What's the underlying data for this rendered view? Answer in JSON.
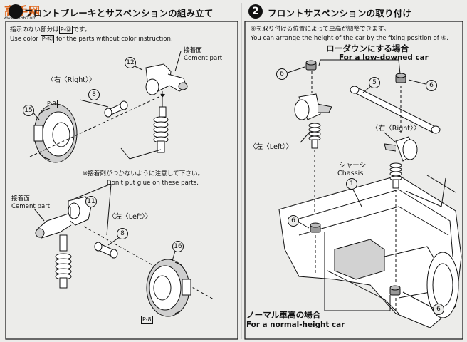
{
  "logo": {
    "text": "高手网",
    "url": "www.0566.com"
  },
  "step1": {
    "title": "フロントブレーキとサスペンションの組み立て"
  },
  "step2": {
    "number": "2",
    "title": "フロントサスペンションの取り付け"
  },
  "instructions": {
    "color_jp": "指示のない部分は",
    "color_jp_ref": "P-⑫",
    "color_jp_end": "です。",
    "color_en": "Use color",
    "color_en_ref": "P-⑫",
    "color_en_end": "for the parts without color instruction.",
    "fix_jp": "⑥を取り付ける位置によって車高が調整できます。",
    "fix_en": "You can arrange the height of the car by the fixing position of ⑥.",
    "glue_jp": "※接着剤がつかないように注意して下さい。",
    "glue_en": "Don't put glue on these parts."
  },
  "labels": {
    "cement_jp_1": "接着面",
    "cement_en_1": "Cement part",
    "cement_jp_2": "接着面",
    "cement_en_2": "Cement part",
    "right_1": "〈右〈Right〉〉",
    "left_1": "〈左〈Left〉〉",
    "right_2": "〈右〈Right〉〉",
    "left_2": "〈左〈Left〉〉",
    "chassis_jp": "シャーシ",
    "chassis_en": "Chassis",
    "low_jp": "ローダウンにする場合",
    "low_en": "For a low-downed car",
    "normal_jp": "ノーマル車高の場合",
    "normal_en": "For a normal-height car"
  },
  "part_numbers": {
    "p12": "12",
    "p8a": "8",
    "p15": "15",
    "p11": "11",
    "p8b": "8",
    "p16": "16",
    "p6a": "6",
    "p6b": "6",
    "p5": "5",
    "p1": "1",
    "p6c": "6",
    "p6d": "6"
  },
  "paint_refs": {
    "pa": "P-8",
    "pb": "P-8"
  }
}
